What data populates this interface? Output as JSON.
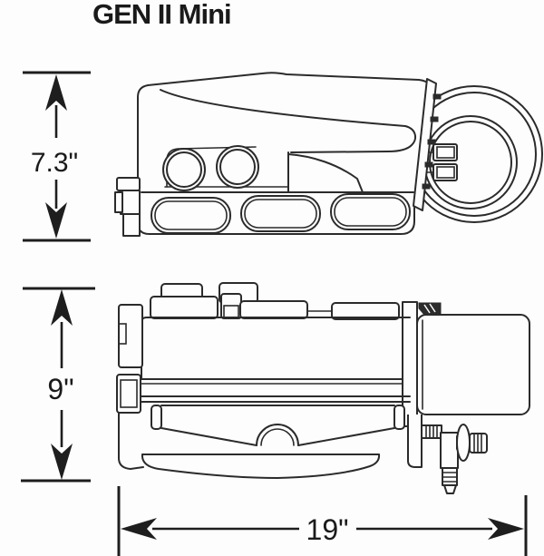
{
  "title": "GEN II Mini",
  "dimensions": {
    "top_height": "7.3\"",
    "front_height": "9\"",
    "overall_width": "19\""
  },
  "colors": {
    "line": "#2b2b2b",
    "arrow": "#1e1e1e",
    "text": "#1a1a1a",
    "background": "#fdfdfd"
  }
}
